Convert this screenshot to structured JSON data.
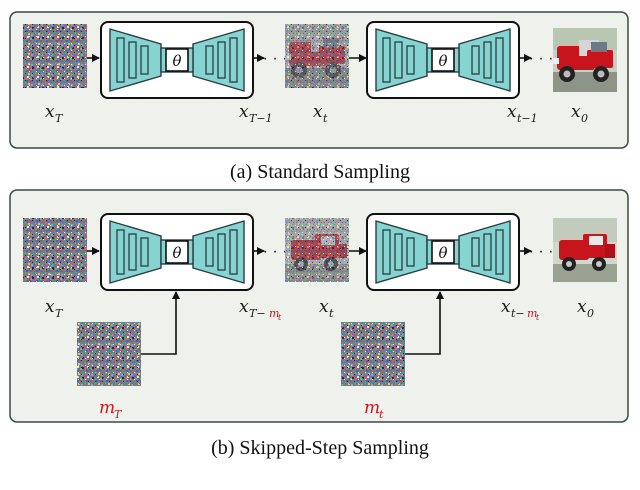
{
  "panel_a": {
    "caption": "(a) Standard Sampling",
    "labels": {
      "x_T": {
        "base": "x",
        "sub": "T"
      },
      "x_T_minus_1": {
        "base": "x",
        "sub": "T−1"
      },
      "x_t": {
        "base": "x",
        "sub": "t"
      },
      "x_t_minus_1": {
        "base": "x",
        "sub": "t−1"
      },
      "x_0": {
        "base": "x",
        "sub": "0"
      }
    }
  },
  "panel_b": {
    "caption": "(b) Skipped-Step Sampling",
    "labels": {
      "x_T": {
        "base": "x",
        "sub": "T"
      },
      "x_T_minus_m_t": {
        "base": "x",
        "sub_plain": "T−",
        "sub_red": "m",
        "sub_red_sub": "t"
      },
      "x_t": {
        "base": "x",
        "sub": "t"
      },
      "x_t_minus_m_t": {
        "base": "x",
        "sub_plain": "t−",
        "sub_red": "m",
        "sub_red_sub": "t"
      },
      "x_0": {
        "base": "x",
        "sub": "0"
      },
      "m_T": {
        "base": "m",
        "sub": "T"
      },
      "m_t": {
        "base": "m",
        "sub": "t"
      }
    }
  },
  "network_symbol": "θ",
  "ellipsis": "· · ·",
  "colors": {
    "panel_fill": "#eef1ec",
    "panel_stroke": "#3a4a45",
    "unet_fill": "#86d4d1",
    "highlight_red": "#d0141e",
    "truck_red": "#c8141c"
  }
}
